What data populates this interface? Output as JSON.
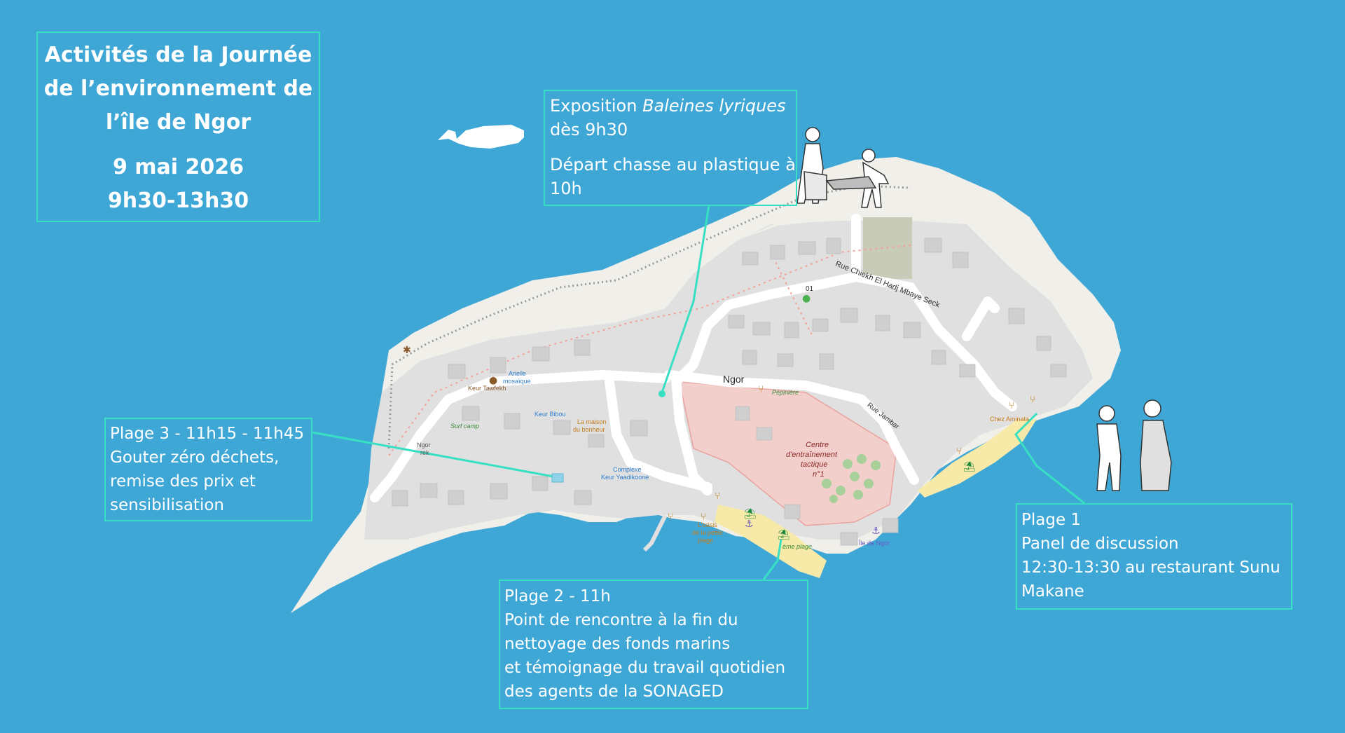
{
  "title_box": {
    "line1": "Activités de la Journée",
    "line2": "de l’environnement de",
    "line3": "l’île de Ngor",
    "date": "9 mai 2026",
    "hours": "9h30-13h30"
  },
  "expo_box": {
    "prefix": "Exposition ",
    "title_italic": "Baleines lyriques",
    "time": "dès 9h30",
    "line3": "Départ chasse au plastique à",
    "line4": "10h"
  },
  "plage3_box": {
    "line1": "Plage 3 - 11h15 - 11h45",
    "line2": "Gouter zéro déchets,",
    "line3": "remise des prix et",
    "line4": "sensibilisation"
  },
  "plage2_box": {
    "line1": "Plage 2 - 11h",
    "line2": "Point de rencontre à la fin  du",
    "line3": "nettoyage des fonds marins",
    "line4": "et témoignage du travail quotidien",
    "line5": "des agents de la SONAGED"
  },
  "plage1_box": {
    "line1": "Plage 1",
    "line2": "Panel de discussion",
    "line3": "12:30-13:30 au restaurant Sunu",
    "line4": "Makane"
  },
  "map_labels": {
    "street_north": "Rue Chiekh El Hadj Mbaye Seck",
    "street_number": "01",
    "ngor": "Ngor",
    "pepiniere": "Pépinière",
    "rue_jambar": "Rue Jambar",
    "centre_1": "Centre",
    "centre_2": "d'entraînement",
    "centre_3": "tactique",
    "centre_4": "n°1",
    "chez_aminata": "Chez Aminata",
    "keur_tawfekh": "Keur Tawfekh",
    "arielle_1": "Arielle",
    "arielle_2": "mosaïque",
    "keur_bibou": "Keur Bibou",
    "maison_1": "La maison",
    "maison_2": "du bonheur",
    "surf_camp": "Surf camp",
    "ngor_rek_1": "Ngor",
    "ngor_rek_2": "rek",
    "complexe_1": "Complexe",
    "complexe_2": "Keur Yaadikoone",
    "oasis_1": "L'oasis",
    "oasis_2": "de la petite",
    "oasis_3": "plage",
    "deme_plage": "ème plage",
    "ile_de_ngor": "Île de Ngor"
  },
  "colors": {
    "sea": "#3fa7d6",
    "accent": "#38e0c3",
    "sand": "#f1efe9",
    "urban": "#e0e0e0",
    "beach": "#f7e9a8",
    "restricted": "#f3cfcc"
  }
}
